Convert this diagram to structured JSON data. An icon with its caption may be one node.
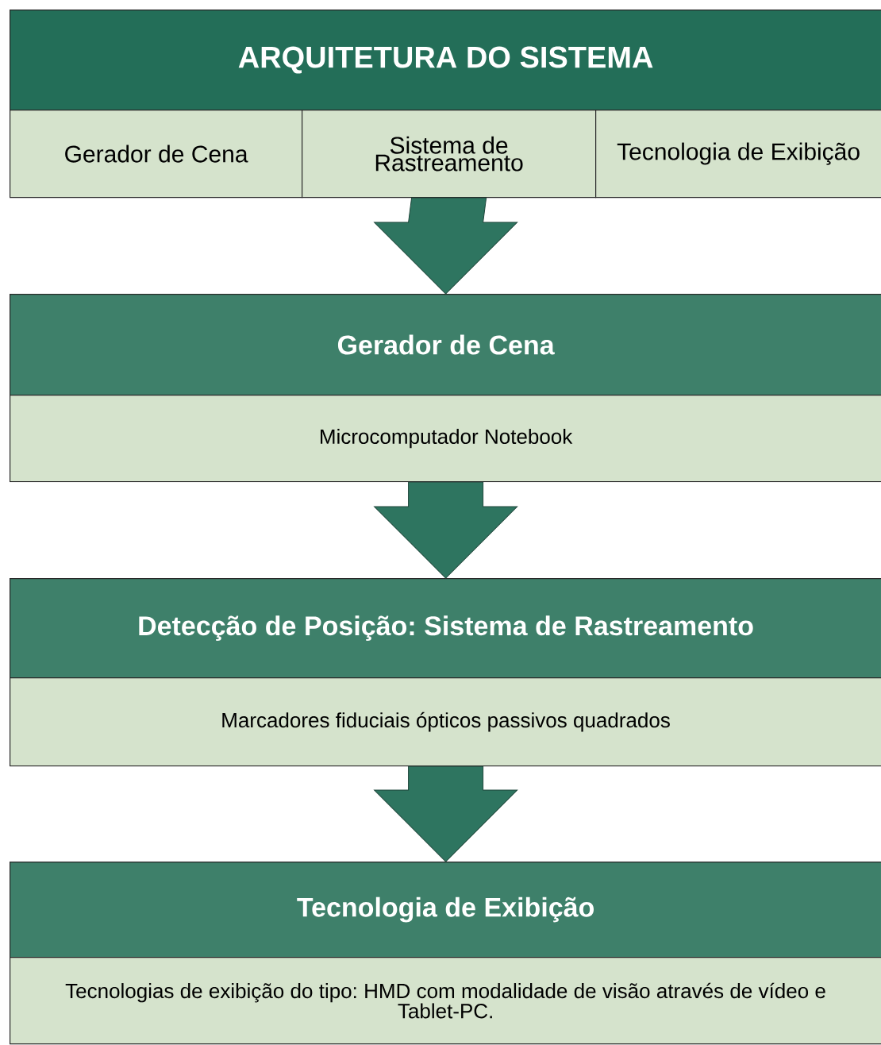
{
  "diagram": {
    "nodes": [
      {
        "text": [
          "ARQUITETURA DO SISTEMA"
        ]
      },
      {
        "text": [
          "Gerador de Cena"
        ]
      },
      {
        "text": [
          "Sistema de Rastreamento"
        ]
      },
      {
        "text": [
          "Tecnologia de Exibição"
        ]
      },
      {
        "text": [
          "Gerador de Cena"
        ]
      },
      {
        "text": [
          "Microcomputador Notebook"
        ]
      },
      {
        "text": [
          "Detecção de Posição: Sistema de Rastreamento"
        ]
      },
      {
        "text": [
          "Marcadores fiduciais ópticos passivos quadrados"
        ]
      },
      {
        "text": [
          "Tecnologia de Exibição"
        ]
      },
      {
        "text": [
          "Tecnologias de exibição do tipo: HMD com modalidade de visão através de vídeo e Tablet-PC."
        ]
      }
    ],
    "edges": [
      {
        "from": 2,
        "to": 4,
        "arrow": "to"
      },
      {
        "from": 5,
        "to": 6,
        "arrow": "to"
      },
      {
        "from": 7,
        "to": 8,
        "arrow": "to"
      }
    ]
  }
}
